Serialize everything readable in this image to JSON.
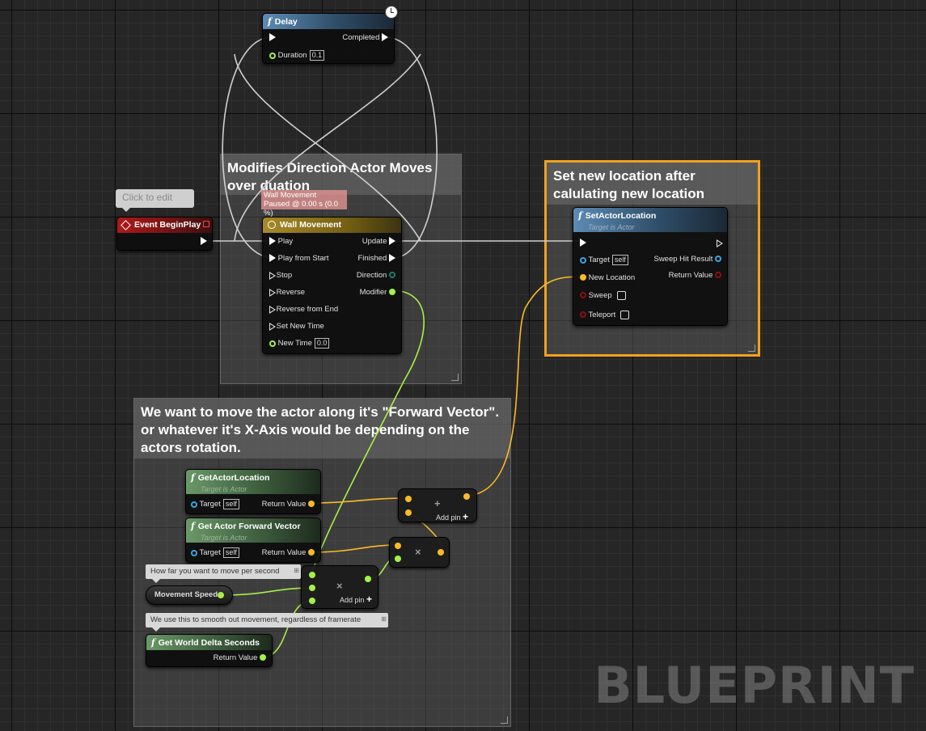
{
  "watermark": "BLUEPRINT",
  "comments": {
    "direction": "Modifies Direction Actor Moves over duation",
    "location": "Set new location after calulating new location",
    "forward": "We want to move the actor along it's \"Forward Vector\". or whatever it's X-Axis would be depending on the actors rotation."
  },
  "delay": {
    "title": "Delay",
    "completed": "Completed",
    "duration_label": "Duration",
    "duration_value": "0.1"
  },
  "event": {
    "title": "Event BeginPlay",
    "click_to_edit": "Click to edit"
  },
  "timeline": {
    "title": "Wall Movement",
    "tooltip_line1": "Wall Movement",
    "tooltip_line2": "Paused @ 0.00 s (0.0 %)",
    "inputs": [
      "Play",
      "Play from Start",
      "Stop",
      "Reverse",
      "Reverse from End",
      "Set New Time"
    ],
    "new_time_label": "New Time",
    "new_time_value": "0.0",
    "outputs": {
      "update": "Update",
      "finished": "Finished",
      "direction": "Direction",
      "modifier": "Modifier"
    }
  },
  "set_actor_location": {
    "title": "SetActorLocation",
    "subtitle": "Target is Actor",
    "target": "Target",
    "target_value": "self",
    "new_location": "New Location",
    "sweep": "Sweep",
    "teleport": "Teleport",
    "sweep_hit_result": "Sweep Hit Result",
    "return_value": "Return Value"
  },
  "get_actor_location": {
    "title": "GetActorLocation",
    "subtitle": "Target is Actor",
    "target": "Target",
    "target_value": "self",
    "return_value": "Return Value"
  },
  "get_forward_vector": {
    "title": "Get Actor Forward Vector",
    "subtitle": "Target is Actor",
    "target": "Target",
    "target_value": "self",
    "return_value": "Return Value"
  },
  "math": {
    "add_symbol": "+",
    "multiply_symbol": "×",
    "add_pin": "Add pin"
  },
  "movement_speed": {
    "label": "Movement Speed",
    "comment": "How far you want to move per second"
  },
  "delta_seconds": {
    "title": "Get World Delta Seconds",
    "return_value": "Return Value",
    "comment": "We use this to smooth out movement, regardless of framerate"
  },
  "colors": {
    "exec": "#ffffff",
    "float": "#a5f04a",
    "vector": "#fcba27",
    "object": "#3da3e3",
    "selection": "#f0a21c"
  }
}
